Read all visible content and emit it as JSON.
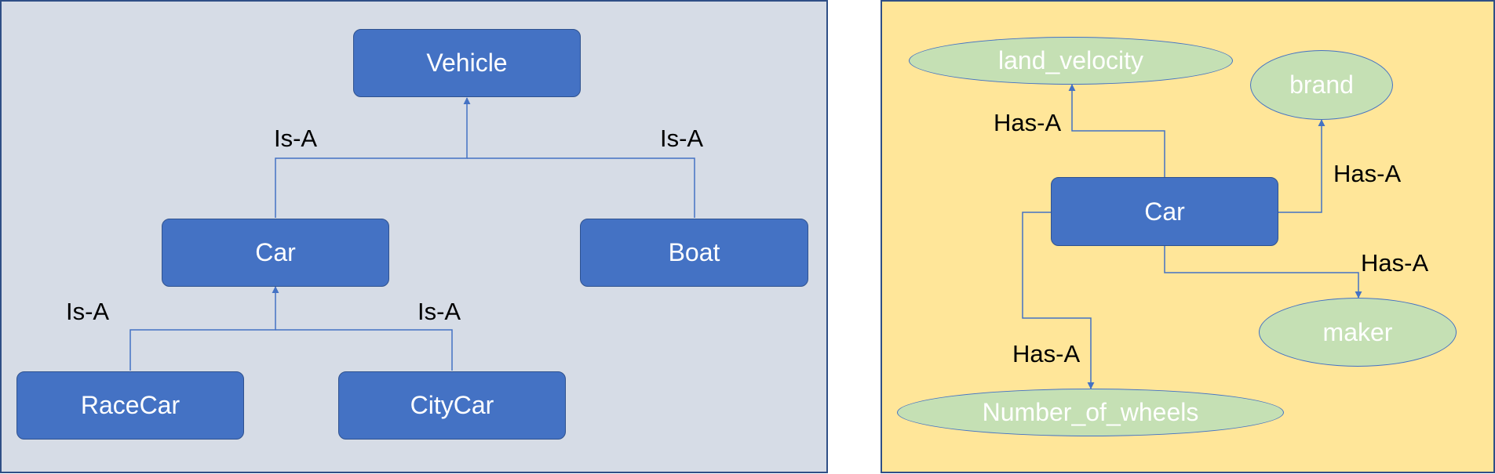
{
  "inheritance": {
    "nodes": {
      "vehicle": "Vehicle",
      "car": "Car",
      "boat": "Boat",
      "racecar": "RaceCar",
      "citycar": "CityCar"
    },
    "edge_labels": {
      "car_vehicle": "Is-A",
      "boat_vehicle": "Is-A",
      "racecar_car": "Is-A",
      "citycar_car": "Is-A"
    },
    "background_color": "#d6dce6"
  },
  "composition": {
    "nodes": {
      "car": "Car",
      "land_velocity": "land_velocity",
      "brand": "brand",
      "maker": "maker",
      "number_of_wheels": "Number_of_wheels"
    },
    "edge_labels": {
      "car_land_velocity": "Has-A",
      "car_brand": "Has-A",
      "car_maker": "Has-A",
      "car_number_of_wheels": "Has-A"
    },
    "background_color": "#ffe699"
  },
  "colors": {
    "class_box": "#4472c4",
    "attribute_oval": "#c5e0b4",
    "connector": "#4472c4"
  }
}
